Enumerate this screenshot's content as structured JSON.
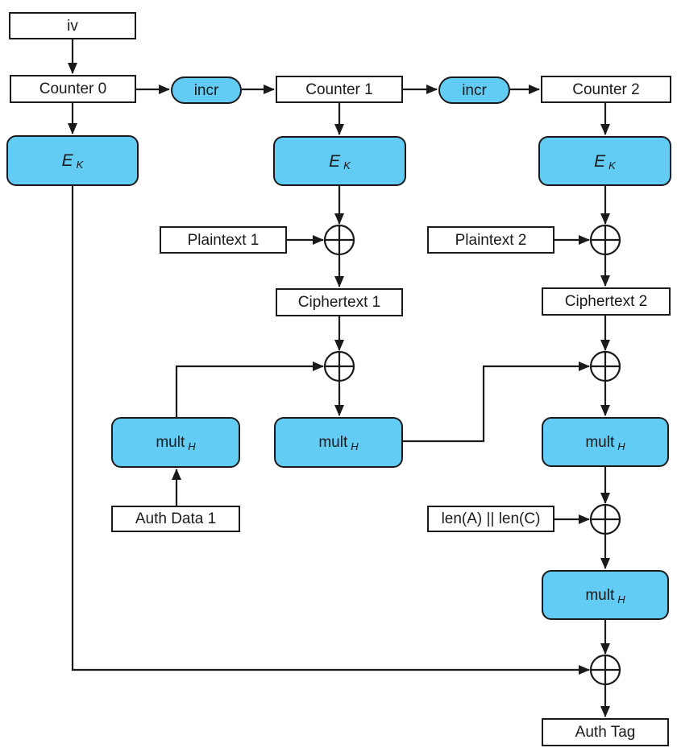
{
  "diagram": {
    "type": "flowchart",
    "subject": "GCM (Galois/Counter Mode) authenticated encryption flow",
    "colors": {
      "process_fill": "#63CCF5",
      "io_fill": "#FFFFFF",
      "stroke": "#1A1A1A",
      "background": "#FFFFFF"
    },
    "nodes": {
      "iv": "iv",
      "counter0": "Counter 0",
      "incr1": "incr",
      "counter1": "Counter 1",
      "incr2": "incr",
      "counter2": "Counter 2",
      "ek_main": "E",
      "ek_sub": "K",
      "plaintext1": "Plaintext 1",
      "plaintext2": "Plaintext 2",
      "ciphertext1": "Ciphertext 1",
      "ciphertext2": "Ciphertext 2",
      "mult_main": "mult",
      "mult_sub": "H",
      "auth_data1": "Auth Data 1",
      "len_concat": "len(A) || len(C)",
      "auth_tag": "Auth Tag"
    },
    "edges": [
      {
        "from": "iv",
        "to": "counter0"
      },
      {
        "from": "counter0",
        "to": "incr1"
      },
      {
        "from": "incr1",
        "to": "counter1"
      },
      {
        "from": "counter1",
        "to": "incr2"
      },
      {
        "from": "incr2",
        "to": "counter2"
      },
      {
        "from": "counter0",
        "to": "ek0"
      },
      {
        "from": "counter1",
        "to": "ek1"
      },
      {
        "from": "counter2",
        "to": "ek2"
      },
      {
        "from": "ek1",
        "to": "xor-plaintext1"
      },
      {
        "from": "ek2",
        "to": "xor-plaintext2"
      },
      {
        "from": "plaintext1",
        "to": "xor-plaintext1"
      },
      {
        "from": "plaintext2",
        "to": "xor-plaintext2"
      },
      {
        "from": "xor-plaintext1",
        "to": "ciphertext1"
      },
      {
        "from": "xor-plaintext2",
        "to": "ciphertext2"
      },
      {
        "from": "ciphertext1",
        "to": "xor-ghash1"
      },
      {
        "from": "ciphertext2",
        "to": "xor-ghash2"
      },
      {
        "from": "auth_data1",
        "to": "mult1"
      },
      {
        "from": "mult1",
        "to": "xor-ghash1"
      },
      {
        "from": "xor-ghash1",
        "to": "mult2"
      },
      {
        "from": "mult2",
        "to": "xor-ghash2"
      },
      {
        "from": "xor-ghash2",
        "to": "mult3"
      },
      {
        "from": "mult3",
        "to": "xor-len"
      },
      {
        "from": "len_concat",
        "to": "xor-len"
      },
      {
        "from": "xor-len",
        "to": "mult4"
      },
      {
        "from": "mult4",
        "to": "xor-final"
      },
      {
        "from": "ek0",
        "to": "xor-final"
      },
      {
        "from": "xor-final",
        "to": "auth_tag"
      }
    ]
  }
}
